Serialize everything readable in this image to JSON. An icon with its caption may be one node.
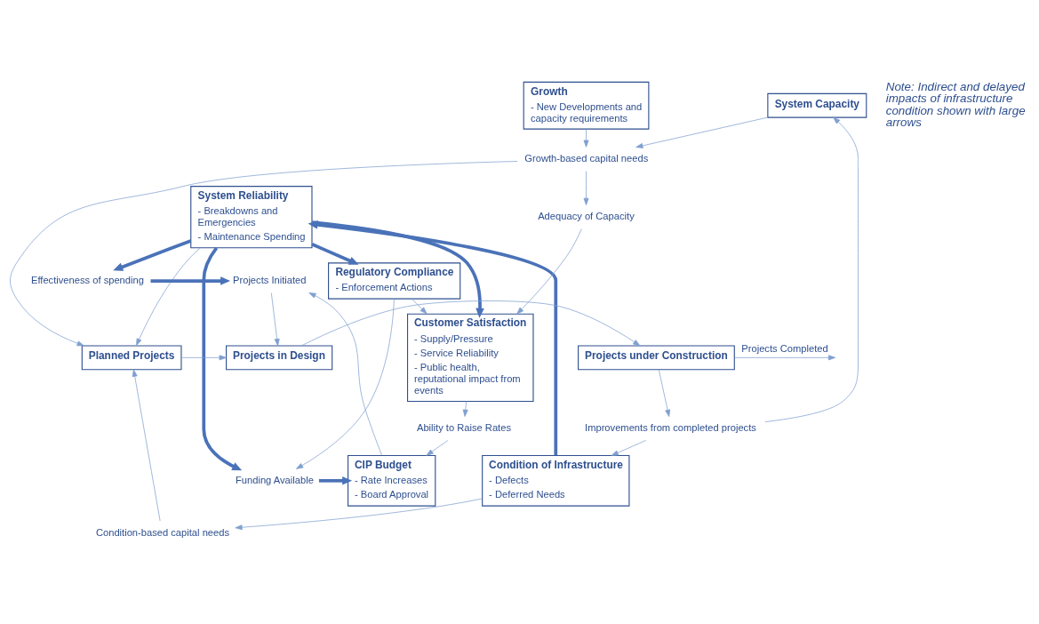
{
  "diagram": {
    "nodes": [
      {
        "text": [
          "Growth",
          "- New Developments and capacity requirements"
        ]
      },
      {
        "text": [
          "System Capacity"
        ]
      },
      {
        "text": [
          "Growth-based capital needs"
        ]
      },
      {
        "text": [
          "Condition of Infrastructure",
          "- Defects",
          "- Deferred Needs"
        ]
      },
      {
        "text": [
          "Improvements from completed projects"
        ]
      },
      {
        "text": [
          "Adequacy of Capacity"
        ]
      },
      {
        "text": [
          "System Reliability",
          "- Breakdowns and Emergencies",
          "- Maintenance Spending"
        ]
      },
      {
        "text": [
          "Condition-based capital needs"
        ]
      },
      {
        "text": [
          "Customer Satisfaction",
          "- Supply/Pressure",
          "- Service Reliability",
          "- Public health, reputational impact from events"
        ]
      },
      {
        "text": [
          "Planned Projects"
        ]
      },
      {
        "text": [
          "Projects in Design"
        ]
      },
      {
        "text": [
          "Projects under Construction"
        ]
      },
      {
        "text": [
          "Regulatory Compliance",
          "- Enforcement Actions"
        ]
      },
      {
        "text": [
          "Effectiveness of spending"
        ]
      },
      {
        "text": [
          "Projects Initiated"
        ]
      },
      {
        "text": [
          "Funding Available"
        ]
      },
      {
        "text": [
          "CIP Budget",
          "- Rate Increases",
          "- Board Approval"
        ]
      },
      {
        "text": [
          "Ability to Raise Rates"
        ]
      }
    ],
    "edges": [
      {
        "from": 0,
        "to": 2,
        "arrow": "to"
      },
      {
        "from": 1,
        "to": 2,
        "arrow": "to"
      },
      {
        "from": 2,
        "to": 5,
        "arrow": "to"
      },
      {
        "from": 5,
        "to": 8,
        "arrow": "to"
      },
      {
        "from": 2,
        "to": 9,
        "arrow": "to"
      },
      {
        "from": 3,
        "to": 6,
        "arrow": "to",
        "style": "thick"
      },
      {
        "from": 3,
        "to": 7,
        "arrow": "to"
      },
      {
        "from": 7,
        "to": 9,
        "arrow": "to"
      },
      {
        "from": 4,
        "to": 1,
        "arrow": "to"
      },
      {
        "from": 4,
        "to": 3,
        "arrow": "to"
      },
      {
        "from": 9,
        "to": 10,
        "arrow": "to"
      },
      {
        "from": 10,
        "to": 11,
        "arrow": "to"
      },
      {
        "from": 11,
        "to": null,
        "arrow": "to",
        "label": "Projects Completed"
      },
      {
        "from": 11,
        "to": 4,
        "arrow": "to"
      },
      {
        "from": 6,
        "to": 8,
        "arrow": "to",
        "style": "thick"
      },
      {
        "from": 6,
        "to": 9,
        "arrow": "to"
      },
      {
        "from": 6,
        "to": 12,
        "arrow": "to",
        "style": "thick"
      },
      {
        "from": 6,
        "to": 13,
        "arrow": "to",
        "style": "thick"
      },
      {
        "from": 6,
        "to": 15,
        "arrow": "to",
        "style": "thick"
      },
      {
        "from": 12,
        "to": 8,
        "arrow": "to"
      },
      {
        "from": 12,
        "to": 15,
        "arrow": "to"
      },
      {
        "from": 13,
        "to": 14,
        "arrow": "to",
        "style": "thick"
      },
      {
        "from": 15,
        "to": 16,
        "arrow": "to",
        "style": "thick"
      },
      {
        "from": 8,
        "to": 17,
        "arrow": "to"
      },
      {
        "from": 17,
        "to": 16,
        "arrow": "to"
      },
      {
        "from": 16,
        "to": 14,
        "arrow": "to"
      },
      {
        "from": 14,
        "to": 10,
        "arrow": "to"
      }
    ],
    "labels": [
      "Note: Indirect and delayed impacts of infrastructure condition shown with large arrows"
    ]
  }
}
